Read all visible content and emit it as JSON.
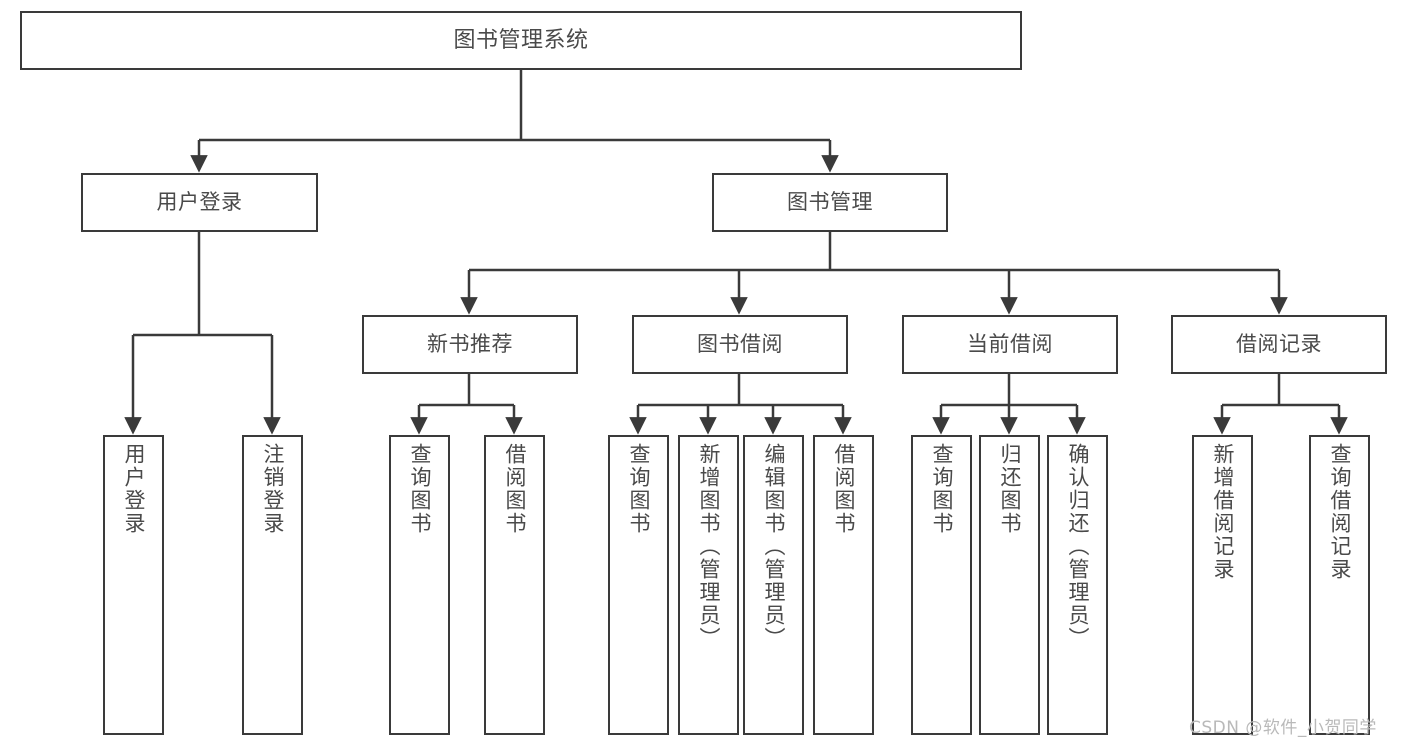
{
  "diagram": {
    "title": "图书管理系统",
    "watermark": "CSDN @软件_小贺同学",
    "type": "tree-hierarchy",
    "stroke_color": "#3a3a3a",
    "text_color": "#4a4a4a",
    "background_color": "#ffffff",
    "root": {
      "label": "图书管理系统"
    },
    "level2": [
      {
        "label": "用户登录"
      },
      {
        "label": "图书管理"
      }
    ],
    "level3": [
      {
        "label": "新书推荐"
      },
      {
        "label": "图书借阅"
      },
      {
        "label": "当前借阅"
      },
      {
        "label": "借阅记录"
      }
    ],
    "leaves": {
      "user_login": [
        {
          "label": "用户登录"
        },
        {
          "label": "注销登录"
        }
      ],
      "new_book_recommend": [
        {
          "label": "查询图书"
        },
        {
          "label": "借阅图书"
        }
      ],
      "book_borrow": [
        {
          "label": "查询图书"
        },
        {
          "label": "新增图书（管理员）"
        },
        {
          "label": "编辑图书（管理员）"
        },
        {
          "label": "借阅图书"
        }
      ],
      "current_borrow": [
        {
          "label": "查询图书"
        },
        {
          "label": "归还图书"
        },
        {
          "label": "确认归还（管理员）"
        }
      ],
      "borrow_record": [
        {
          "label": "新增借阅记录"
        },
        {
          "label": "查询借阅记录"
        }
      ]
    }
  }
}
